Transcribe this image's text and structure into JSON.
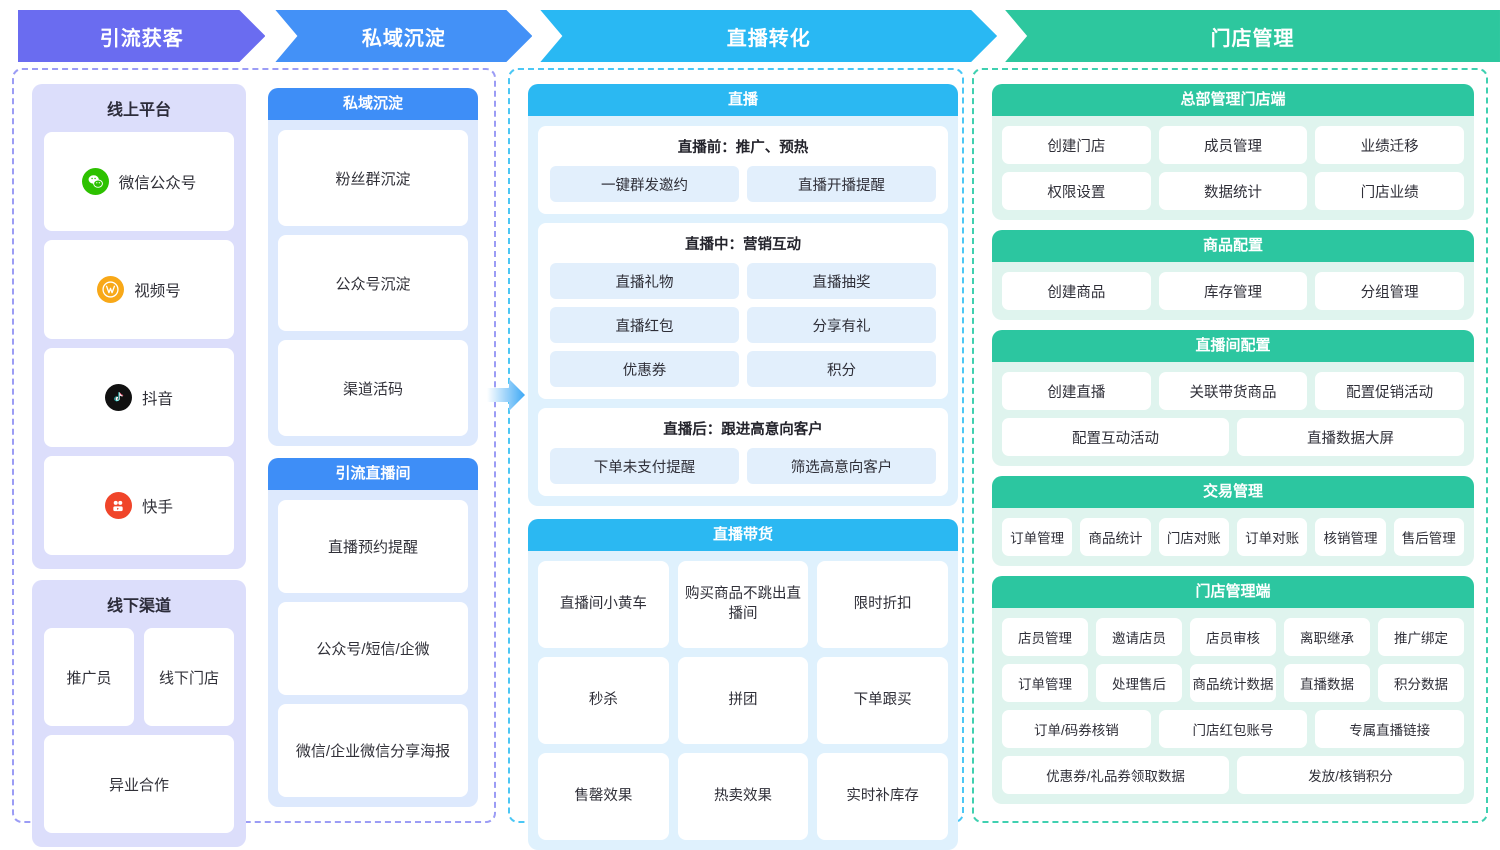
{
  "ribbons": [
    {
      "label": "引流获客",
      "color": "#6a6cf0"
    },
    {
      "label": "私域沉淀",
      "color": "#4391f7"
    },
    {
      "label": "直播转化",
      "color": "#29b8f3"
    },
    {
      "label": "门店管理",
      "color": "#2dc79e"
    }
  ],
  "col1": {
    "online": {
      "title": "线上平台",
      "items": [
        {
          "label": "微信公众号",
          "icon": "wechat-icon",
          "color": "#2dc100"
        },
        {
          "label": "视频号",
          "icon": "channels-icon",
          "color": "#f8a818"
        },
        {
          "label": "抖音",
          "icon": "douyin-icon",
          "color": "#111111"
        },
        {
          "label": "快手",
          "icon": "kuaishou-icon",
          "color": "#f0452a"
        }
      ]
    },
    "offline": {
      "title": "线下渠道",
      "pair": [
        "推广员",
        "线下门店"
      ],
      "full": "异业合作"
    }
  },
  "col2": {
    "private": {
      "title": "私域沉淀",
      "items": [
        "粉丝群沉淀",
        "公众号沉淀",
        "渠道活码"
      ]
    },
    "drain": {
      "title": "引流直播间",
      "items": [
        "直播预约提醒",
        "公众号/短信/企微",
        "微信/企业微信分享海报"
      ]
    }
  },
  "col3": {
    "live": {
      "title": "直播",
      "stages": [
        {
          "title": "直播前：推广、预热",
          "chips": [
            "一键群发邀约",
            "直播开播提醒"
          ]
        },
        {
          "title": "直播中：营销互动",
          "chips": [
            "直播礼物",
            "直播抽奖",
            "直播红包",
            "分享有礼",
            "优惠券",
            "积分"
          ]
        },
        {
          "title": "直播后：跟进高意向客户",
          "chips": [
            "下单未支付提醒",
            "筛选高意向客户"
          ]
        }
      ]
    },
    "goods": {
      "title": "直播带货",
      "items": [
        "直播间小黄车",
        "购买商品不跳出直播间",
        "限时折扣",
        "秒杀",
        "拼团",
        "下单跟买",
        "售罄效果",
        "热卖效果",
        "实时补库存"
      ]
    }
  },
  "col4": {
    "groups": [
      {
        "title": "总部管理门店端",
        "rows": [
          [
            "创建门店",
            "成员管理",
            "业绩迁移"
          ],
          [
            "权限设置",
            "数据统计",
            "门店业绩"
          ]
        ]
      },
      {
        "title": "商品配置",
        "rows": [
          [
            "创建商品",
            "库存管理",
            "分组管理"
          ]
        ]
      },
      {
        "title": "直播间配置",
        "rows": [
          [
            "创建直播",
            "关联带货商品",
            "配置促销活动"
          ],
          [
            "配置互动活动",
            "直播数据大屏"
          ]
        ]
      },
      {
        "title": "交易管理",
        "rows": [
          [
            "订单管理",
            "商品统计",
            "门店对账",
            "订单对账",
            "核销管理",
            "售后管理"
          ]
        ]
      },
      {
        "title": "门店管理端",
        "rows": [
          [
            "店员管理",
            "邀请店员",
            "店员审核",
            "离职继承",
            "推广绑定"
          ],
          [
            "订单管理",
            "处理售后",
            "商品统计数据",
            "直播数据",
            "积分数据"
          ],
          [
            "订单/码券核销",
            "门店红包账号",
            "专属直播链接"
          ],
          [
            "优惠券/礼品券领取数据",
            "发放/核销积分"
          ]
        ]
      }
    ]
  },
  "arrow": {
    "name": "flow-arrow",
    "color": "#3da8f5"
  }
}
